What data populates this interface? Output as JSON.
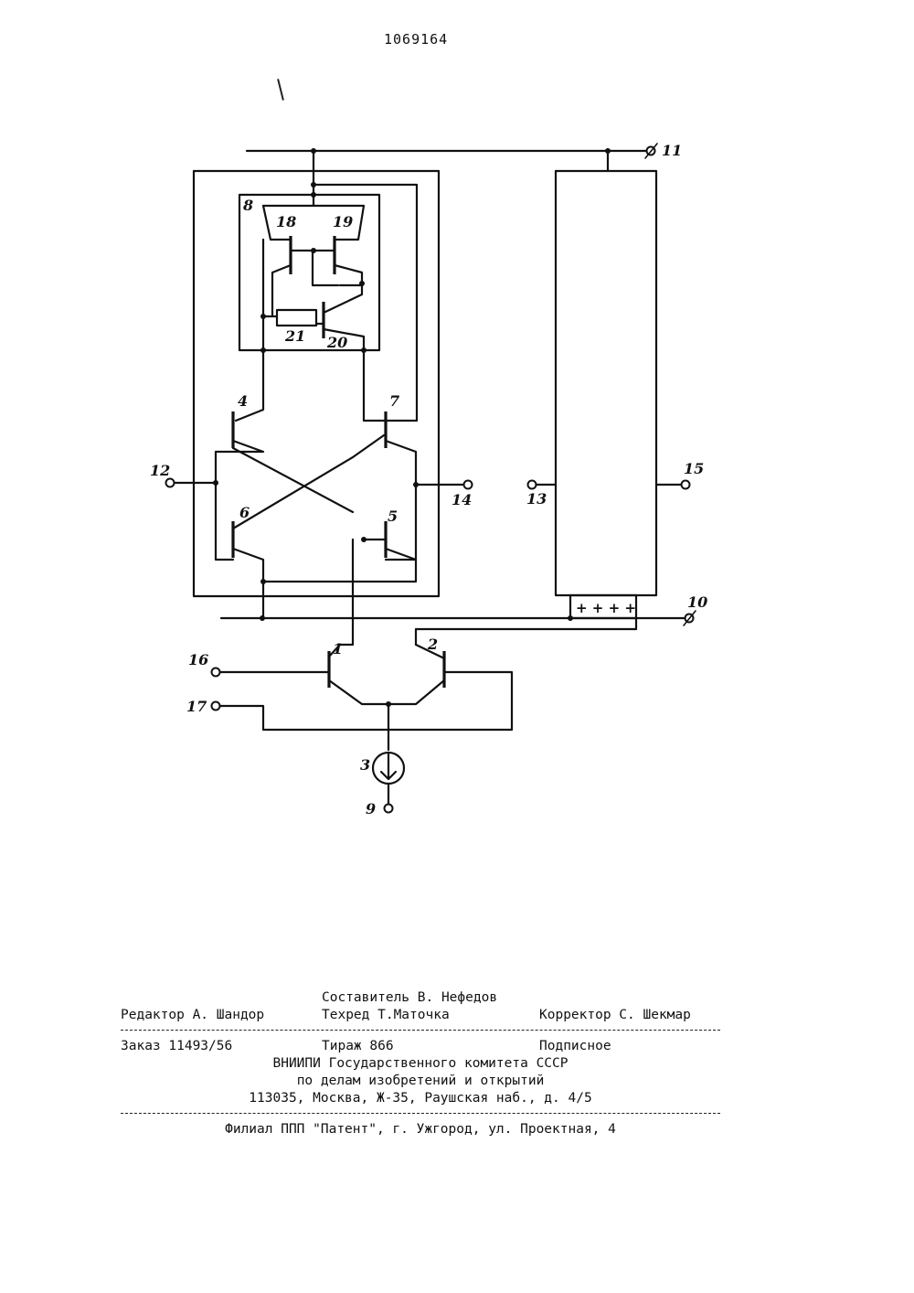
{
  "header": {
    "patent_number": "1069164"
  },
  "diagram": {
    "labels": {
      "l1": "1",
      "l2": "2",
      "l3": "3",
      "l4": "4",
      "l5": "5",
      "l6": "6",
      "l7": "7",
      "l8": "8",
      "l9": "9",
      "l10": "10",
      "l11": "11",
      "l12": "12",
      "l13": "13",
      "l14": "14",
      "l15": "15",
      "l16": "16",
      "l17": "17",
      "l18": "18",
      "l19": "19",
      "l20": "20",
      "l21": "21"
    },
    "block_mark": "+ + + +"
  },
  "imprint": {
    "compiler": "Составитель В. Нефедов",
    "editor": "Редактор А. Шандор",
    "techred": "Техред Т.Маточка",
    "corrector": "Корректор С. Шекмар",
    "order": "Заказ 11493/56",
    "circulation": "Тираж 866",
    "subscription": "Подписное",
    "org_line1": "ВНИИПИ Государственного комитета СССР",
    "org_line2": "по делам изобретений и открытий",
    "address": "113035, Москва, Ж-35, Раушская наб., д. 4/5",
    "branch": "Филиал ППП \"Патент\", г. Ужгород, ул. Проектная, 4"
  }
}
